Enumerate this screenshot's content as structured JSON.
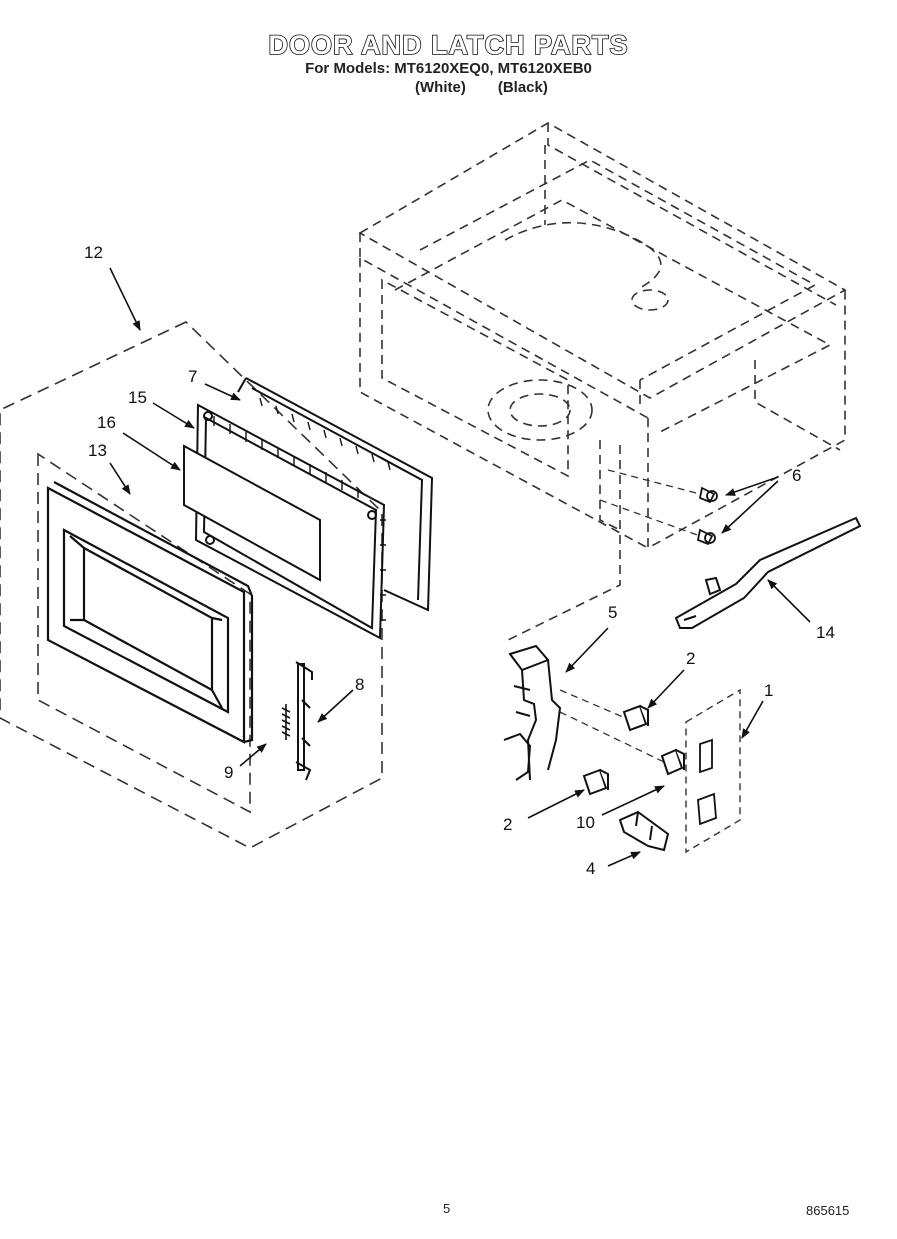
{
  "header": {
    "title": "DOOR AND LATCH PARTS",
    "subtitle": "For Models: MT6120XEQ0, MT6120XEB0",
    "variants": [
      "(White)",
      "(Black)"
    ]
  },
  "callouts": {
    "c1": "1",
    "c2a": "2",
    "c2b": "2",
    "c4": "4",
    "c5": "5",
    "c6": "6",
    "c7": "7",
    "c8": "8",
    "c9": "9",
    "c10": "10",
    "c12": "12",
    "c13": "13",
    "c14": "14",
    "c15": "15",
    "c16": "16"
  },
  "footer": {
    "page_number": "5",
    "doc_code": "865615"
  }
}
